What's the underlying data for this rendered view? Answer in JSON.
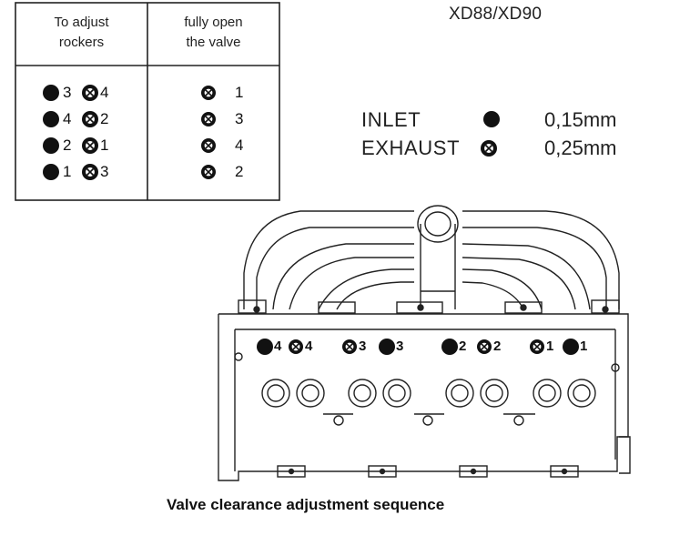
{
  "model": "XD88/XD90",
  "table": {
    "header_left": [
      "To adjust",
      "rockers"
    ],
    "header_right": [
      "fully open",
      "the valve"
    ],
    "rows": [
      {
        "inlet": "3",
        "exhaust": "4",
        "open": "1"
      },
      {
        "inlet": "4",
        "exhaust": "2",
        "open": "3"
      },
      {
        "inlet": "2",
        "exhaust": "1",
        "open": "4"
      },
      {
        "inlet": "1",
        "exhaust": "3",
        "open": "2"
      }
    ]
  },
  "legend": {
    "inlet_label": "INLET",
    "inlet_value": "0,15mm",
    "exhaust_label": "EXHAUST",
    "exhaust_value": "0,25mm"
  },
  "engine_labels": [
    {
      "type": "inlet",
      "num": "4"
    },
    {
      "type": "exhaust",
      "num": "4"
    },
    {
      "type": "exhaust",
      "num": "3"
    },
    {
      "type": "inlet",
      "num": "3"
    },
    {
      "type": "inlet",
      "num": "2"
    },
    {
      "type": "exhaust",
      "num": "2"
    },
    {
      "type": "exhaust",
      "num": "1"
    },
    {
      "type": "inlet",
      "num": "1"
    }
  ],
  "caption": "Valve clearance adjustment sequence"
}
